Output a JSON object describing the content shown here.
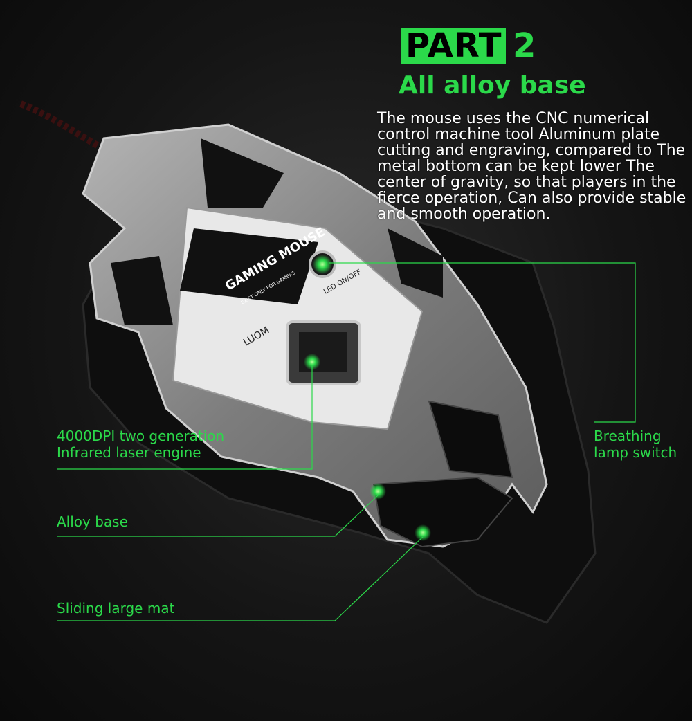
{
  "header": {
    "part_label": "PART",
    "part_number": "2",
    "subtitle": "All alloy base"
  },
  "description": "The mouse uses the CNC numerical control machine tool Aluminum plate cutting and engraving, compared to The metal bottom can be kept lower The center of gravity, so that players in the fierce operation, Can also provide stable and smooth operation.",
  "mouse_labels": {
    "brand_title": "GAMING MOUSE",
    "brand_tagline": "EXIST ONLY FOR GAMERS",
    "brand_name": "LUOM",
    "led_switch": "LED ON/OFF"
  },
  "callouts": [
    {
      "name": "laser-engine",
      "text": "4000DPI two generation Infrared laser engine"
    },
    {
      "name": "alloy-base",
      "text": "Alloy base"
    },
    {
      "name": "sliding-mat",
      "text": "Sliding large mat"
    },
    {
      "name": "lamp-switch",
      "text": "Breathing lamp switch"
    }
  ],
  "colors": {
    "accent_green": "#2bd94a",
    "background": "#111111",
    "metal": "#8a8a8a"
  }
}
